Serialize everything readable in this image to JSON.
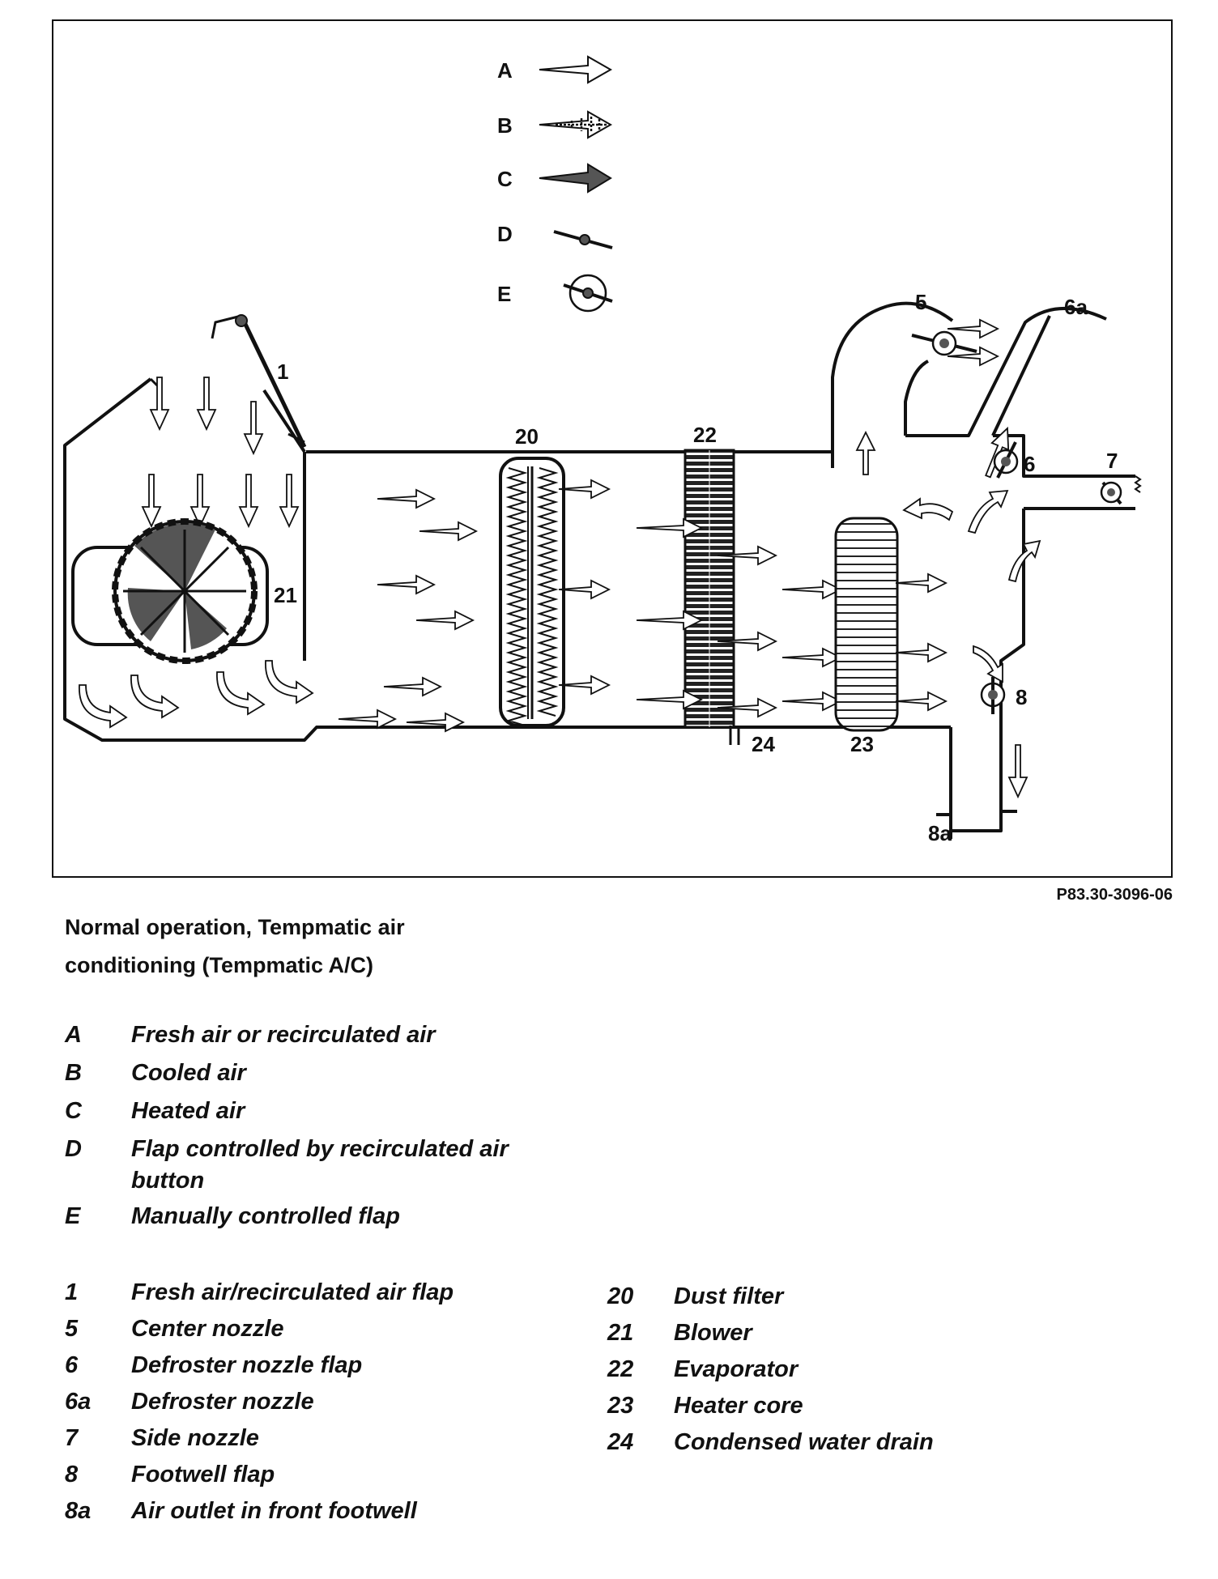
{
  "diagram": {
    "legend_keys": [
      "A",
      "B",
      "C",
      "D",
      "E"
    ],
    "component_labels": [
      "1",
      "5",
      "6a",
      "20",
      "22",
      "6",
      "7",
      "21",
      "8",
      "24",
      "23",
      "8a"
    ]
  },
  "figure_code": "P83.30-3096-06",
  "caption": "Normal operation, Tempmatic air conditioning (Tempmatic A/C)",
  "legend_letters": [
    {
      "key": "A",
      "text": "Fresh air or recirculated air"
    },
    {
      "key": "B",
      "text": "Cooled air"
    },
    {
      "key": "C",
      "text": "Heated air"
    },
    {
      "key": "D",
      "text": "Flap controlled by recirculated air button"
    },
    {
      "key": "E",
      "text": "Manually controlled flap"
    }
  ],
  "legend_numbers_left": [
    {
      "key": "1",
      "text": "Fresh air/recirculated air flap"
    },
    {
      "key": "5",
      "text": "Center nozzle"
    },
    {
      "key": "6",
      "text": "Defroster nozzle flap"
    },
    {
      "key": "6a",
      "text": "Defroster nozzle"
    },
    {
      "key": "7",
      "text": "Side nozzle"
    },
    {
      "key": "8",
      "text": "Footwell flap"
    },
    {
      "key": "8a",
      "text": "Air outlet in front footwell"
    }
  ],
  "legend_numbers_right": [
    {
      "key": "20",
      "text": "Dust filter"
    },
    {
      "key": "21",
      "text": "Blower"
    },
    {
      "key": "22",
      "text": "Evaporator"
    },
    {
      "key": "23",
      "text": "Heater core"
    },
    {
      "key": "24",
      "text": "Condensed water drain"
    }
  ]
}
